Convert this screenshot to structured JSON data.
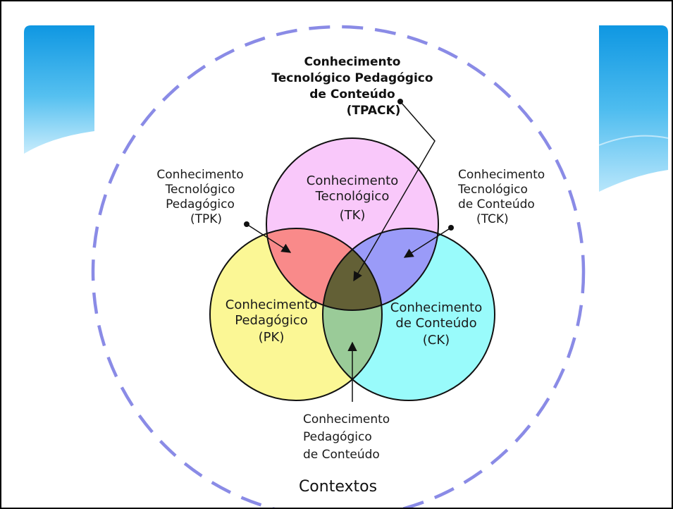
{
  "diagram": {
    "tpack": {
      "line1": "Conhecimento",
      "line2": "Tecnológico Pedagógico",
      "line3": "de Conteúdo",
      "line4": "(TPACK)"
    },
    "tk": {
      "line1": "Conhecimento",
      "line2": "Tecnológico",
      "line3": "(TK)"
    },
    "pk": {
      "line1": "Conhecimento",
      "line2": "Pedagógico",
      "line3": "(PK)"
    },
    "ck": {
      "line1": "Conhecimento",
      "line2": "de Conteúdo",
      "line3": "(CK)"
    },
    "tpk": {
      "line1": "Conhecimento",
      "line2": "Tecnológico",
      "line3": "Pedagógico",
      "line4": "(TPK)"
    },
    "tck": {
      "line1": "Conhecimento",
      "line2": "Tecnológico",
      "line3": "de Conteúdo",
      "line4": "(TCK)"
    },
    "pck": {
      "line1": "Conhecimento",
      "line2": "Pedagógico",
      "line3": "de Conteúdo"
    },
    "contexts": "Contextos"
  },
  "colors": {
    "tk": "#f9c8fa",
    "pk": "#fbf795",
    "ck": "#99fbfb",
    "tpk": "#f98a8a",
    "tck": "#9a9bf8",
    "pck": "#9acb98",
    "tpack": "#636036",
    "dashed_circle": "#8a8be6",
    "banner": "#1aa3e8"
  }
}
